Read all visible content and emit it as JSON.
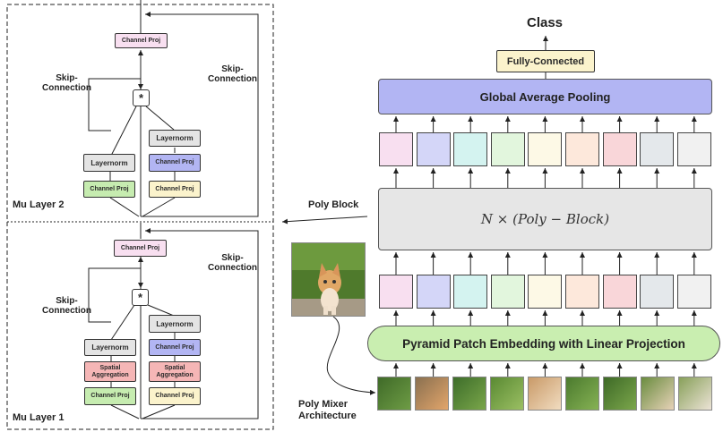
{
  "left_panel": {
    "layer_top_title": "Mu Layer 2",
    "layer_bottom_title": "Mu Layer 1",
    "skip_connection": "Skip-\nConnection",
    "multiply_symbol": "*",
    "channel_proj": "Channel Proj",
    "layernorm": "Layernorm",
    "spatial_aggregation": "Spatial\nAggregation"
  },
  "poly_block_label": "Poly Block",
  "poly_mixer_label": "Poly Mixer\nArchitecture",
  "right_panel": {
    "class_label": "Class",
    "fully_connected": "Fully-Connected",
    "global_average_pooling": "Global Average Pooling",
    "n_poly_block": "N × (Poly − Block)",
    "pyramid_embedding": "Pyramid Patch Embedding with Linear Projection"
  },
  "colors": {
    "token_colors": [
      "#f8dff0",
      "#d4d6f8",
      "#d4f3f0",
      "#e2f6dd",
      "#fdf9e6",
      "#fde8db",
      "#f9d6d9",
      "#e4e8eb",
      "#f1f1f1"
    ],
    "channel_proj_top": "#f8dff0",
    "channel_proj_green": "#c6ecb0",
    "channel_proj_yellow": "#fbf3cc",
    "channel_proj_blue": "#b2b5f3",
    "layernorm": "#e4e4e4",
    "spatial_aggregation": "#f5b6b6",
    "global_avg_pool": "#b2b5f3",
    "fully_connected": "#fbf3cc",
    "poly_block": "#e6e6e6",
    "pyramid": "#c9eeb0"
  },
  "icons": [
    "cat-photo",
    "cat-patch"
  ]
}
